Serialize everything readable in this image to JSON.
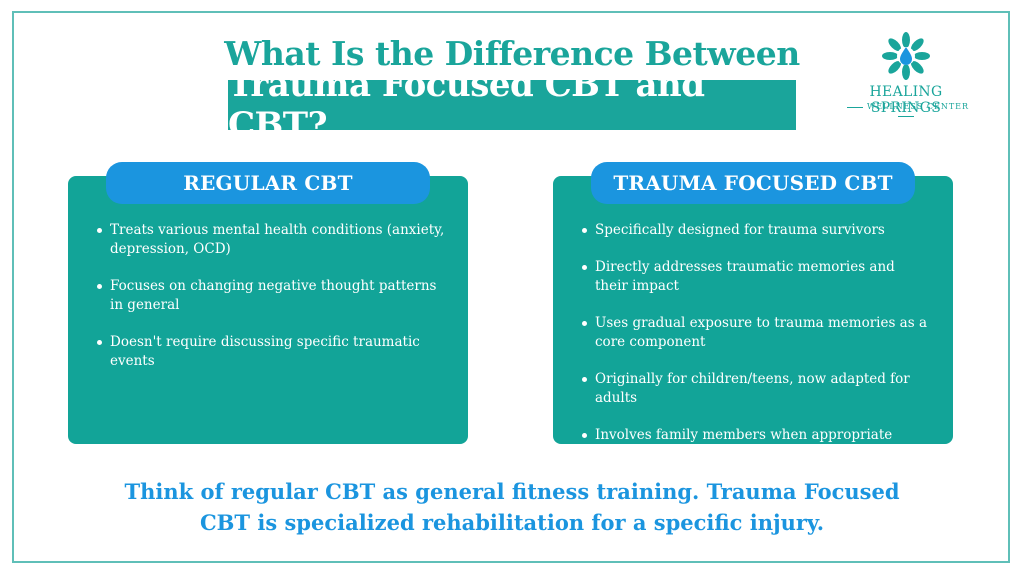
{
  "header": {
    "title_line1": "What Is the Difference Between",
    "title_line2": "Trauma Focused CBT and CBT?"
  },
  "logo": {
    "name": "HEALING SPRINGS",
    "tagline": "WELLNESS CENTER",
    "icon": "lotus-droplet-icon",
    "colors": {
      "teal": "#1aa59b",
      "drop": "#1b95df"
    }
  },
  "regular": {
    "heading": "REGULAR CBT",
    "items": [
      "Treats various mental health conditions (anxiety, depression, OCD)",
      "Focuses on changing negative thought patterns in general",
      "Doesn't require discussing specific traumatic events"
    ]
  },
  "trauma": {
    "heading": "TRAUMA FOCUSED CBT",
    "items": [
      "Specifically designed for trauma survivors",
      "Directly addresses traumatic memories and their impact",
      "Uses gradual exposure to trauma memories as a core component",
      "Originally for children/teens, now adapted for adults",
      "Involves family members when appropriate"
    ]
  },
  "footer": {
    "line1": "Think of regular CBT as general fitness training. Trauma Focused",
    "line2": "CBT is specialized rehabilitation for a specific injury."
  },
  "colors": {
    "card": "#12a498",
    "pill": "#1b95df",
    "title": "#1aa59b",
    "footer": "#1b95df"
  }
}
